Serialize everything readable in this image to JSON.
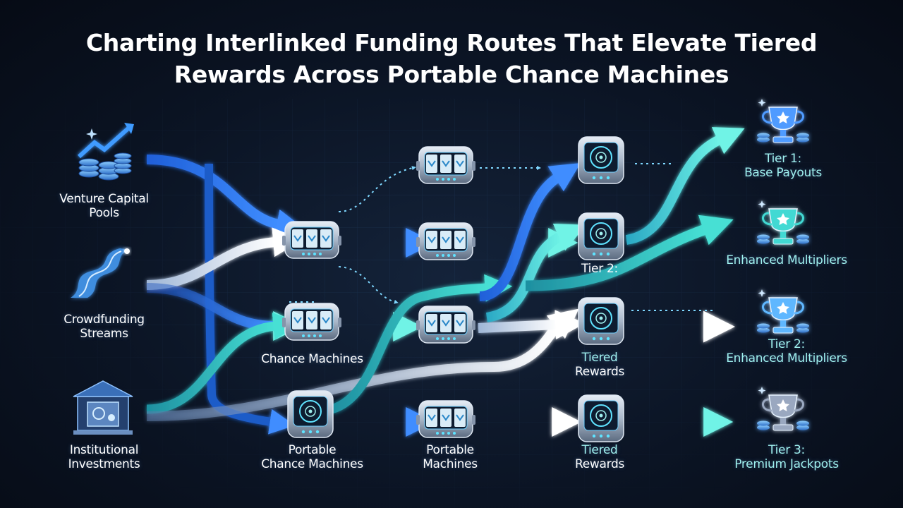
{
  "title": {
    "line1": "Charting Interlinked Funding Routes That Elevate Tiered",
    "line2": "Rewards Across Portable Chance Machines"
  },
  "sources": [
    {
      "line1": "Venture Capital",
      "line2": "Pools",
      "icon": "coin-stack-growth-icon"
    },
    {
      "line1": "Crowdfunding",
      "line2": "Streams",
      "icon": "stream-icon"
    },
    {
      "line1": "Institutional",
      "line2": "Investments",
      "icon": "institution-vault-icon"
    }
  ],
  "stage_labels": {
    "chance_machines": "Chance Machines",
    "portable_chance_line1": "Portable",
    "portable_chance_line2": "Chance Machines",
    "portable_machines_line1": "Portable",
    "portable_machines_line2": "Machines",
    "tier2_mid": "Tier 2:",
    "tiered_rewards_a_line1": "Tiered",
    "tiered_rewards_a_line2": "Rewards",
    "tiered_rewards_b_line1": "Tiered",
    "tiered_rewards_b_line2": "Rewards"
  },
  "outcomes": [
    {
      "line1": "Tier 1:",
      "line2": "Base Payouts",
      "icon": "trophy-icon"
    },
    {
      "line1": "",
      "line2": "Enhanced Multipliers",
      "icon": "trophy-icon"
    },
    {
      "line1": "Tier 2:",
      "line2": "Enhanced Multipliers",
      "icon": "trophy-icon"
    },
    {
      "line1": "Tier 3:",
      "line2": "Premium Jackpots",
      "icon": "trophy-icon"
    }
  ],
  "colors": {
    "blue": "#2f7bf0",
    "white": "#e6eef8",
    "cyan": "#43d9d3",
    "teal": "#2fb7b8",
    "label_cyan": "#9ff0ee"
  }
}
